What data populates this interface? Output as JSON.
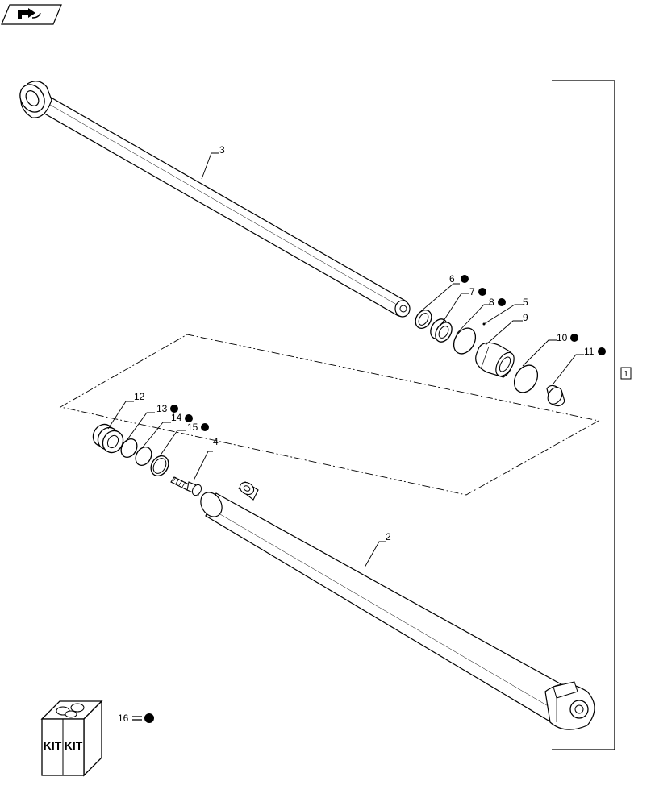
{
  "nav": {
    "icon": "page-forward-icon"
  },
  "assembly_label": "1",
  "kit_label": "16",
  "kit_box_text": [
    "KIT",
    "KIT"
  ],
  "kit_icon": "kit-box-icon",
  "kit_marker_color": "#000000",
  "callouts": [
    {
      "id": "3",
      "text": "3",
      "kit": false
    },
    {
      "id": "6",
      "text": "6",
      "kit": true
    },
    {
      "id": "7",
      "text": "7",
      "kit": true
    },
    {
      "id": "8",
      "text": "8",
      "kit": true
    },
    {
      "id": "5",
      "text": "5",
      "kit": false
    },
    {
      "id": "9",
      "text": "9",
      "kit": false
    },
    {
      "id": "10",
      "text": "10",
      "kit": true
    },
    {
      "id": "11",
      "text": "11",
      "kit": true
    },
    {
      "id": "12",
      "text": "12",
      "kit": false
    },
    {
      "id": "13",
      "text": "13",
      "kit": true
    },
    {
      "id": "14",
      "text": "14",
      "kit": true
    },
    {
      "id": "15",
      "text": "15",
      "kit": true
    },
    {
      "id": "4",
      "text": "4",
      "kit": false
    },
    {
      "id": "2",
      "text": "2",
      "kit": false
    }
  ]
}
